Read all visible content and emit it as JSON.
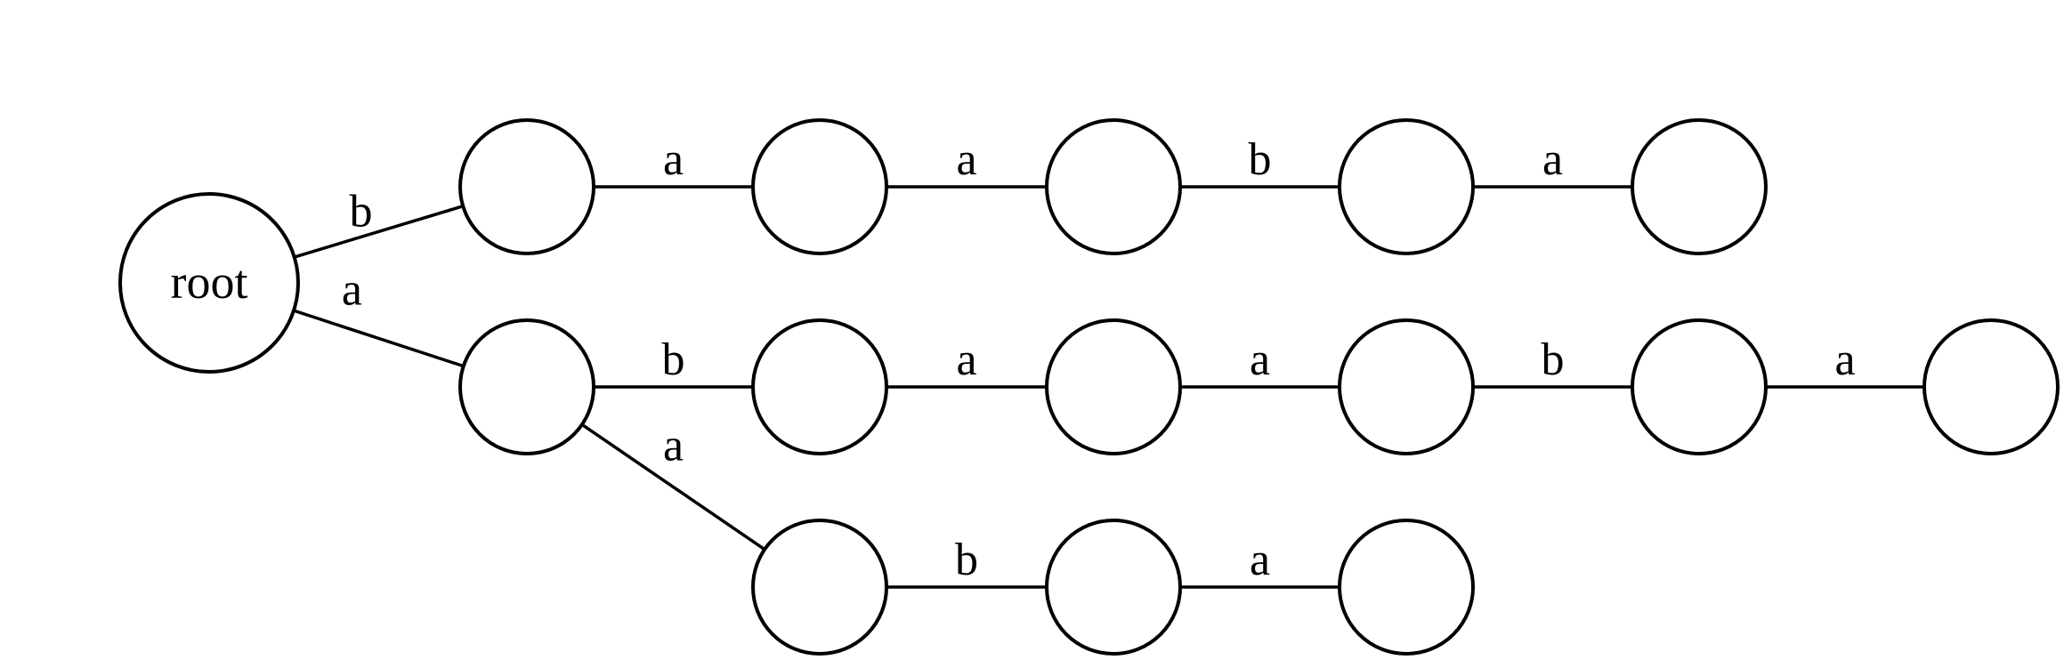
{
  "root_label": "root",
  "edges": [
    {
      "from": "root",
      "to": "t1",
      "label": "b"
    },
    {
      "from": "t1",
      "to": "t2",
      "label": "a"
    },
    {
      "from": "t2",
      "to": "t3",
      "label": "a"
    },
    {
      "from": "t3",
      "to": "t4",
      "label": "b"
    },
    {
      "from": "t4",
      "to": "t5",
      "label": "a"
    },
    {
      "from": "root",
      "to": "m1",
      "label": "a"
    },
    {
      "from": "m1",
      "to": "m2",
      "label": "b"
    },
    {
      "from": "m2",
      "to": "m3",
      "label": "a"
    },
    {
      "from": "m3",
      "to": "m4",
      "label": "a"
    },
    {
      "from": "m4",
      "to": "m5",
      "label": "b"
    },
    {
      "from": "m5",
      "to": "m6",
      "label": "a"
    },
    {
      "from": "m1",
      "to": "b1",
      "label": "a"
    },
    {
      "from": "b1",
      "to": "b2",
      "label": "b"
    },
    {
      "from": "b2",
      "to": "b3",
      "label": "a"
    }
  ],
  "colors": {
    "stroke": "#000000",
    "fill": "#ffffff",
    "background": "#ffffff"
  }
}
